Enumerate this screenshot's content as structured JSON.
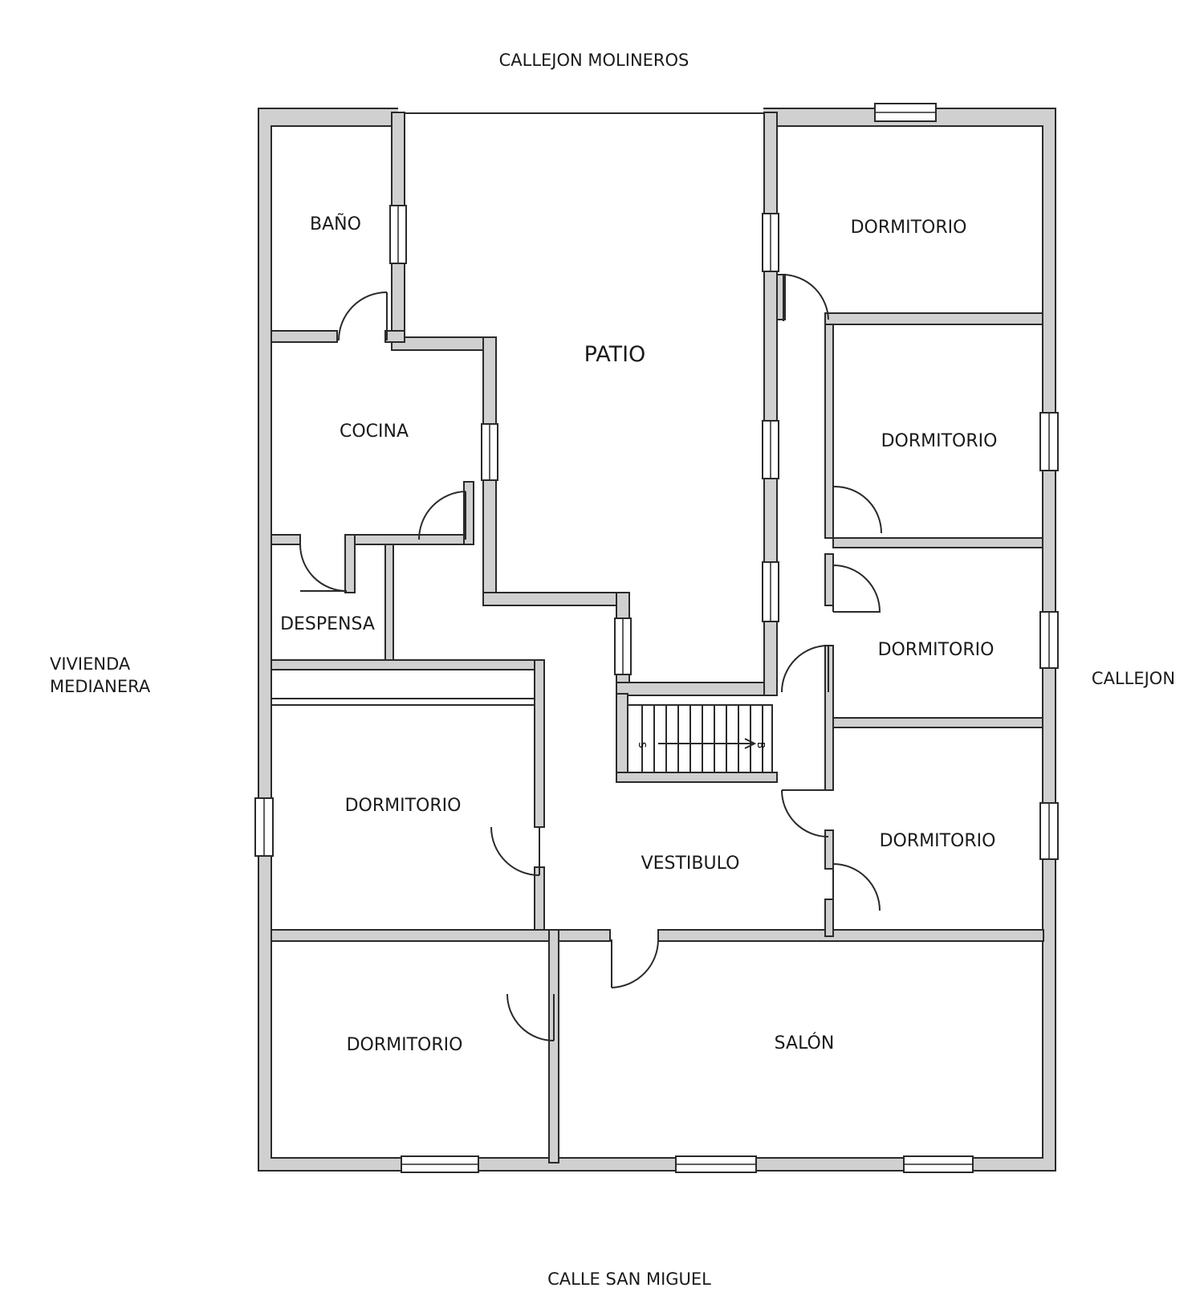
{
  "surroundings": {
    "north": "CALLEJON MOLINEROS",
    "south": "CALLE SAN MIGUEL",
    "east": "CALLEJON",
    "west_line1": "VIVIENDA",
    "west_line2": "MEDIANERA"
  },
  "rooms": {
    "bano": "BAÑO",
    "cocina": "COCINA",
    "despensa": "DESPENSA",
    "patio": "PATIO",
    "vestibulo": "VESTIBULO",
    "salon": "SALÓN",
    "dormitorio_ne": "DORMITORIO",
    "dormitorio_e1": "DORMITORIO",
    "dormitorio_e2": "DORMITORIO",
    "dormitorio_e3": "DORMITORIO",
    "dormitorio_w": "DORMITORIO",
    "dormitorio_sw": "DORMITORIO"
  },
  "stairs": {
    "mark_left": "S",
    "mark_right": "B"
  }
}
